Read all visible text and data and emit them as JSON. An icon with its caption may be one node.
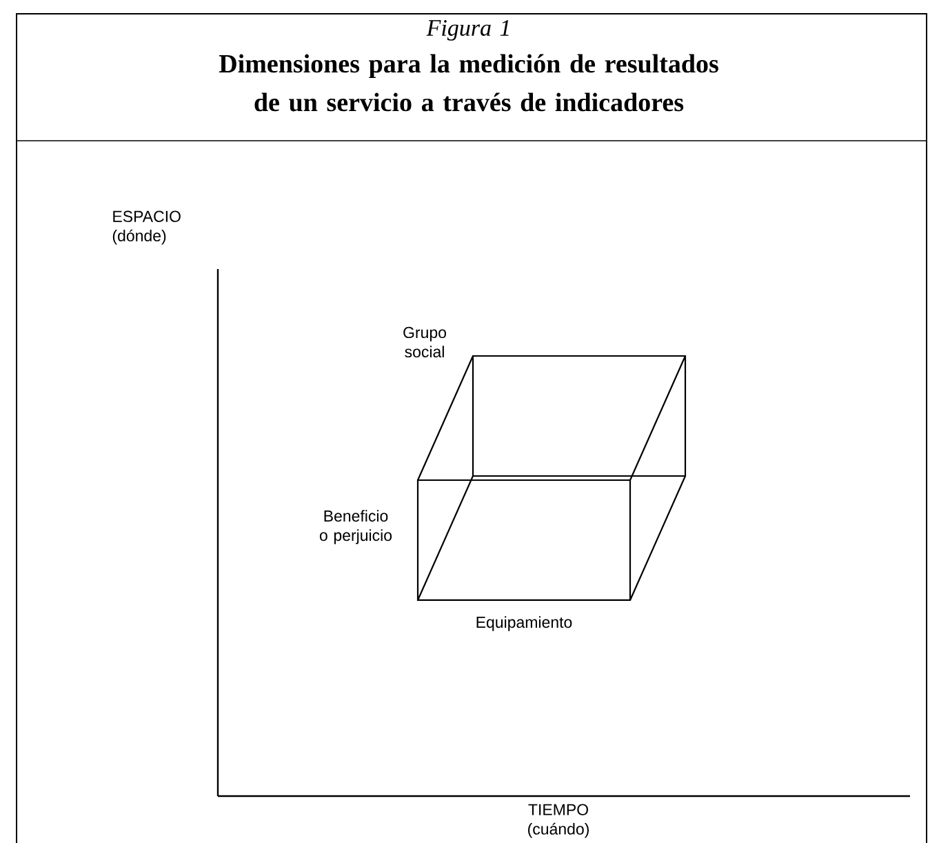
{
  "diagram": {
    "title": "Dimensiones para la medición de resultados de un servicio a través de indicadores",
    "labels": [
      "Figura 1",
      "Grupo social",
      "ESPACIO (dónde)",
      "Beneficio o perjuicio",
      "Equipamiento",
      "TIEMPO (cuándo)"
    ]
  }
}
